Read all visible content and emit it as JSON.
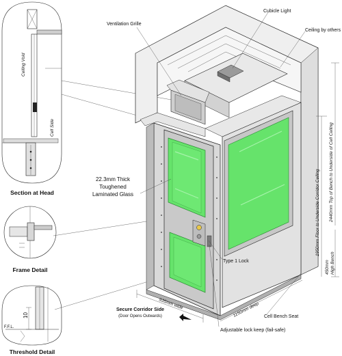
{
  "details": {
    "section_at_head": {
      "title": "Section at Head",
      "ceiling_void": "Ceiling Void",
      "cell_side": "Cell Side"
    },
    "frame_detail": {
      "title": "Frame Detail"
    },
    "threshold_detail": {
      "title": "Threshold Detail",
      "dim_10": "10",
      "ffl": "F.F.L."
    }
  },
  "callouts": {
    "cubicle_light": "Cubicle Light",
    "ventilation_grille": "Ventilation Grille",
    "ceiling_by_others": "Ceiling by others",
    "glass_line1": "22.3mm Thick",
    "glass_line2": "Toughened",
    "glass_line3": "Laminated Glass",
    "type1_lock": "Type 1 Lock",
    "lock_keep": "Adjustable lock keep (fail-safe)",
    "corridor_line1": "Secure Corridor Side",
    "corridor_line2": "(Door Opens Outwards)",
    "bench_seat": "Cell Bench Seat"
  },
  "dimensions": {
    "width": "935mm wide",
    "depth": "1150mm deep",
    "floor_to_ceiling": "1950mm Floor to Underside Corridor Ceiling",
    "bench_to_ceiling": "2440mm Top of Bench to Underside of Cell Ceiling",
    "bench_h_value": "450mm",
    "bench_h_label": "High Bench"
  },
  "colors": {
    "glass": "#66e36b",
    "glass_dark": "#3fbf4a",
    "wall": "#ededed",
    "panel": "#d4d4d4",
    "frame": "#bdbdbd"
  }
}
